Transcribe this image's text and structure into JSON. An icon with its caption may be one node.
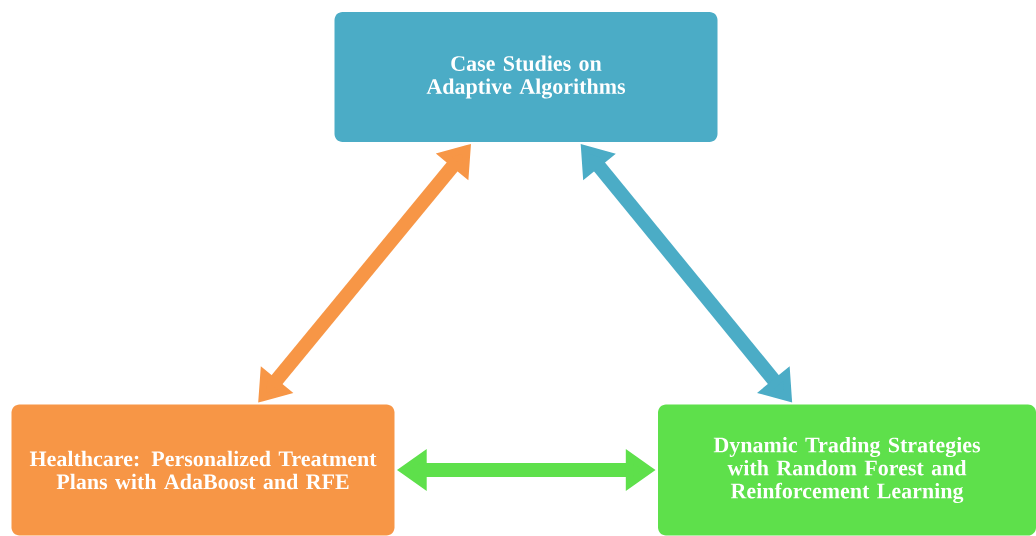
{
  "diagram": {
    "nodes": [
      {
        "text": [
          "Case Studies on Adaptive Algorithms"
        ]
      },
      {
        "text": [
          "Healthcare: Personalized Treatment Plans with AdaBoost and RFE"
        ]
      },
      {
        "text": [
          "Dynamic Trading Strategies with Random Forest and Reinforcement Learning"
        ]
      }
    ],
    "edges": [
      {
        "from": 0,
        "to": 1,
        "arrow": "both",
        "color": "#f79646"
      },
      {
        "from": 0,
        "to": 2,
        "arrow": "both",
        "color": "#4bacc6"
      },
      {
        "from": 1,
        "to": 2,
        "arrow": "both",
        "color": "#5ee04b"
      }
    ]
  }
}
